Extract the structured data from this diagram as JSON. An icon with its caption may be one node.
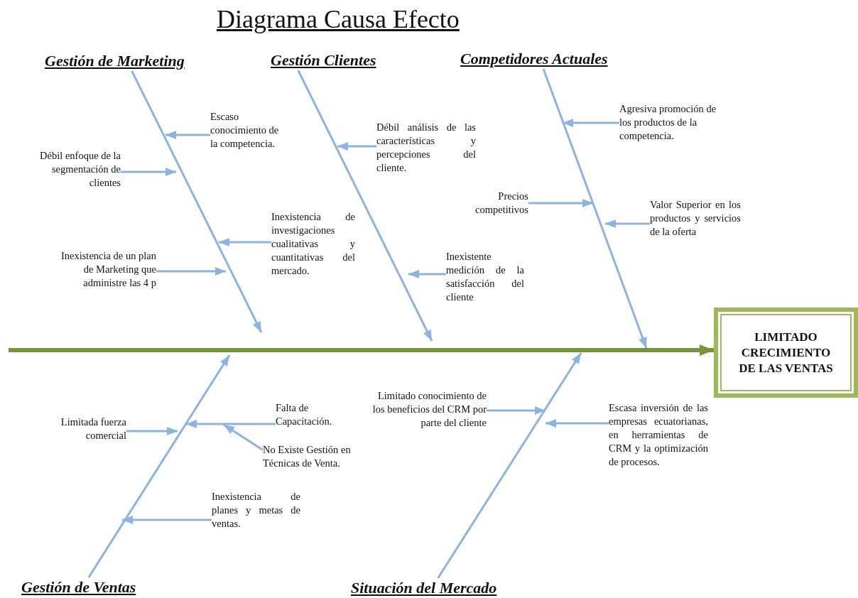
{
  "diagram": {
    "title": "Diagrama Causa Efecto",
    "nodes": [
      {
        "text": [
          "LIMITADO CRECIMIENTO DE LAS VENTAS"
        ]
      },
      {
        "text": [
          "Gestión de Marketing"
        ]
      },
      {
        "text": [
          "Gestión Clientes"
        ]
      },
      {
        "text": [
          "Competidores Actuales"
        ]
      },
      {
        "text": [
          "Gestión de Ventas"
        ]
      },
      {
        "text": [
          "Situación del Mercado"
        ]
      },
      {
        "text": [
          "Escaso conocimiento de la competencia."
        ]
      },
      {
        "text": [
          "Débil enfoque de la segmentación de clientes"
        ]
      },
      {
        "text": [
          "Inexistencia de investigaciones cualitativas y cuantitativas del mercado."
        ]
      },
      {
        "text": [
          "Inexistencia de un plan de Marketing que administre las 4 p"
        ]
      },
      {
        "text": [
          "Débil análisis de las características y percepciones del cliente."
        ]
      },
      {
        "text": [
          "Inexistente medición de la satisfacción del cliente"
        ]
      },
      {
        "text": [
          "Agresiva promoción de los productos de la competencia."
        ]
      },
      {
        "text": [
          "Precios competitivos"
        ]
      },
      {
        "text": [
          "Valor Superior en los productos y servicios de la oferta"
        ]
      },
      {
        "text": [
          "Limitada fuerza comercial"
        ]
      },
      {
        "text": [
          "Falta de Capacitación."
        ]
      },
      {
        "text": [
          "No Existe Gestión en Técnicas de Venta."
        ]
      },
      {
        "text": [
          "Inexistencia de planes y metas de ventas."
        ]
      },
      {
        "text": [
          "Limitado conocimiento de los beneficios del CRM por parte del cliente"
        ]
      },
      {
        "text": [
          "Escasa inversión de las empresas ecuatorianas, en herramientas de CRM y la optimización de procesos."
        ]
      }
    ],
    "edges": [
      {
        "from": null,
        "to": 0,
        "arrow": "to",
        "style": "thick",
        "color": "#77933c"
      },
      {
        "from": 1,
        "to": null,
        "arrow": "to"
      },
      {
        "from": 2,
        "to": null,
        "arrow": "to"
      },
      {
        "from": 3,
        "to": null,
        "arrow": "to"
      },
      {
        "from": 4,
        "to": null,
        "arrow": "to"
      },
      {
        "from": 5,
        "to": null,
        "arrow": "to"
      },
      {
        "from": 6,
        "to": null,
        "arrow": "to"
      },
      {
        "from": 7,
        "to": null,
        "arrow": "to"
      },
      {
        "from": 8,
        "to": null,
        "arrow": "to"
      },
      {
        "from": 9,
        "to": null,
        "arrow": "to"
      },
      {
        "from": 10,
        "to": null,
        "arrow": "to"
      },
      {
        "from": 11,
        "to": null,
        "arrow": "to"
      },
      {
        "from": 12,
        "to": null,
        "arrow": "to"
      },
      {
        "from": 13,
        "to": null,
        "arrow": "to"
      },
      {
        "from": 14,
        "to": null,
        "arrow": "to"
      },
      {
        "from": 15,
        "to": null,
        "arrow": "to"
      },
      {
        "from": 16,
        "to": null,
        "arrow": "to"
      },
      {
        "from": 17,
        "to": null,
        "arrow": "to"
      },
      {
        "from": 18,
        "to": null,
        "arrow": "to"
      },
      {
        "from": 19,
        "to": null,
        "arrow": "to"
      },
      {
        "from": 20,
        "to": null,
        "arrow": "to"
      }
    ]
  }
}
